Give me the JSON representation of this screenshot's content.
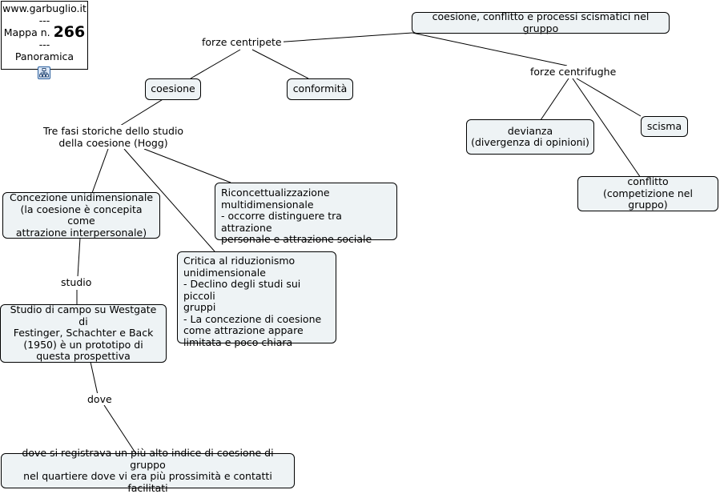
{
  "info": {
    "site": "www.garbuglio.it",
    "sep1": "---",
    "map_prefix": "Mappa n.",
    "map_number": "266",
    "sep2": "---",
    "view": "Panoramica"
  },
  "icons": {
    "overview": "sitemap-icon"
  },
  "concepts": {
    "root": "coesione, conflitto e processi scismatici nel gruppo",
    "coesione": "coesione",
    "conformita": "conformità",
    "devianza": "devianza\n(divergenza di opinioni)",
    "scisma": "scisma",
    "conflitto": "conflitto\n(competizione nel gruppo)",
    "concezione": "Concezione unidimensionale\n(la coesione è concepita come\nattrazione interpersonale)",
    "riconcettualizzazione": "Riconcettualizzazione\nmultidimensionale\n- occorre distinguere tra attrazione\npersonale e attrazione sociale",
    "critica": "Critica al riduzionismo\nunidimensionale\n- Declino degli studi sui piccoli\ngruppi\n- La concezione di coesione\ncome attrazione appare\nlimitata e poco chiara",
    "studio_campo": "Studio di campo su Westgate di\nFestinger, Schachter e Back\n(1950) è un prototipo di\nquesta prospettiva",
    "indice": "dove si registrava un più alto indice di coesione di gruppo\nnel quartiere dove vi era più prossimità e contatti facilitati"
  },
  "linking_phrases": {
    "centripete": "forze centripete",
    "centrifughe": "forze centrifughe",
    "tre_fasi": "Tre fasi storiche dello studio\ndella coesione (Hogg)",
    "studio": "studio",
    "dove": "dove"
  }
}
